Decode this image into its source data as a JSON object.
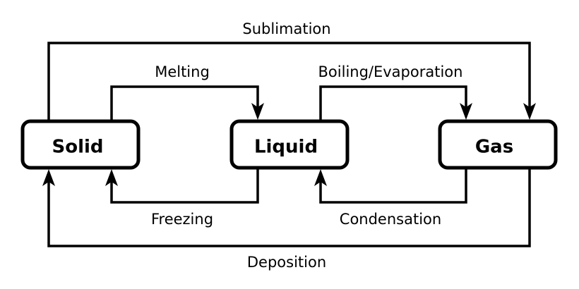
{
  "diagram": {
    "states": {
      "solid": "Solid",
      "liquid": "Liquid",
      "gas": "Gas"
    },
    "processes": {
      "sublimation": "Sublimation",
      "melting": "Melting",
      "boiling": "Boiling/Evaporation",
      "freezing": "Freezing",
      "condensation": "Condensation",
      "deposition": "Deposition"
    },
    "colors": {
      "stroke": "#000000",
      "background": "#ffffff"
    }
  }
}
